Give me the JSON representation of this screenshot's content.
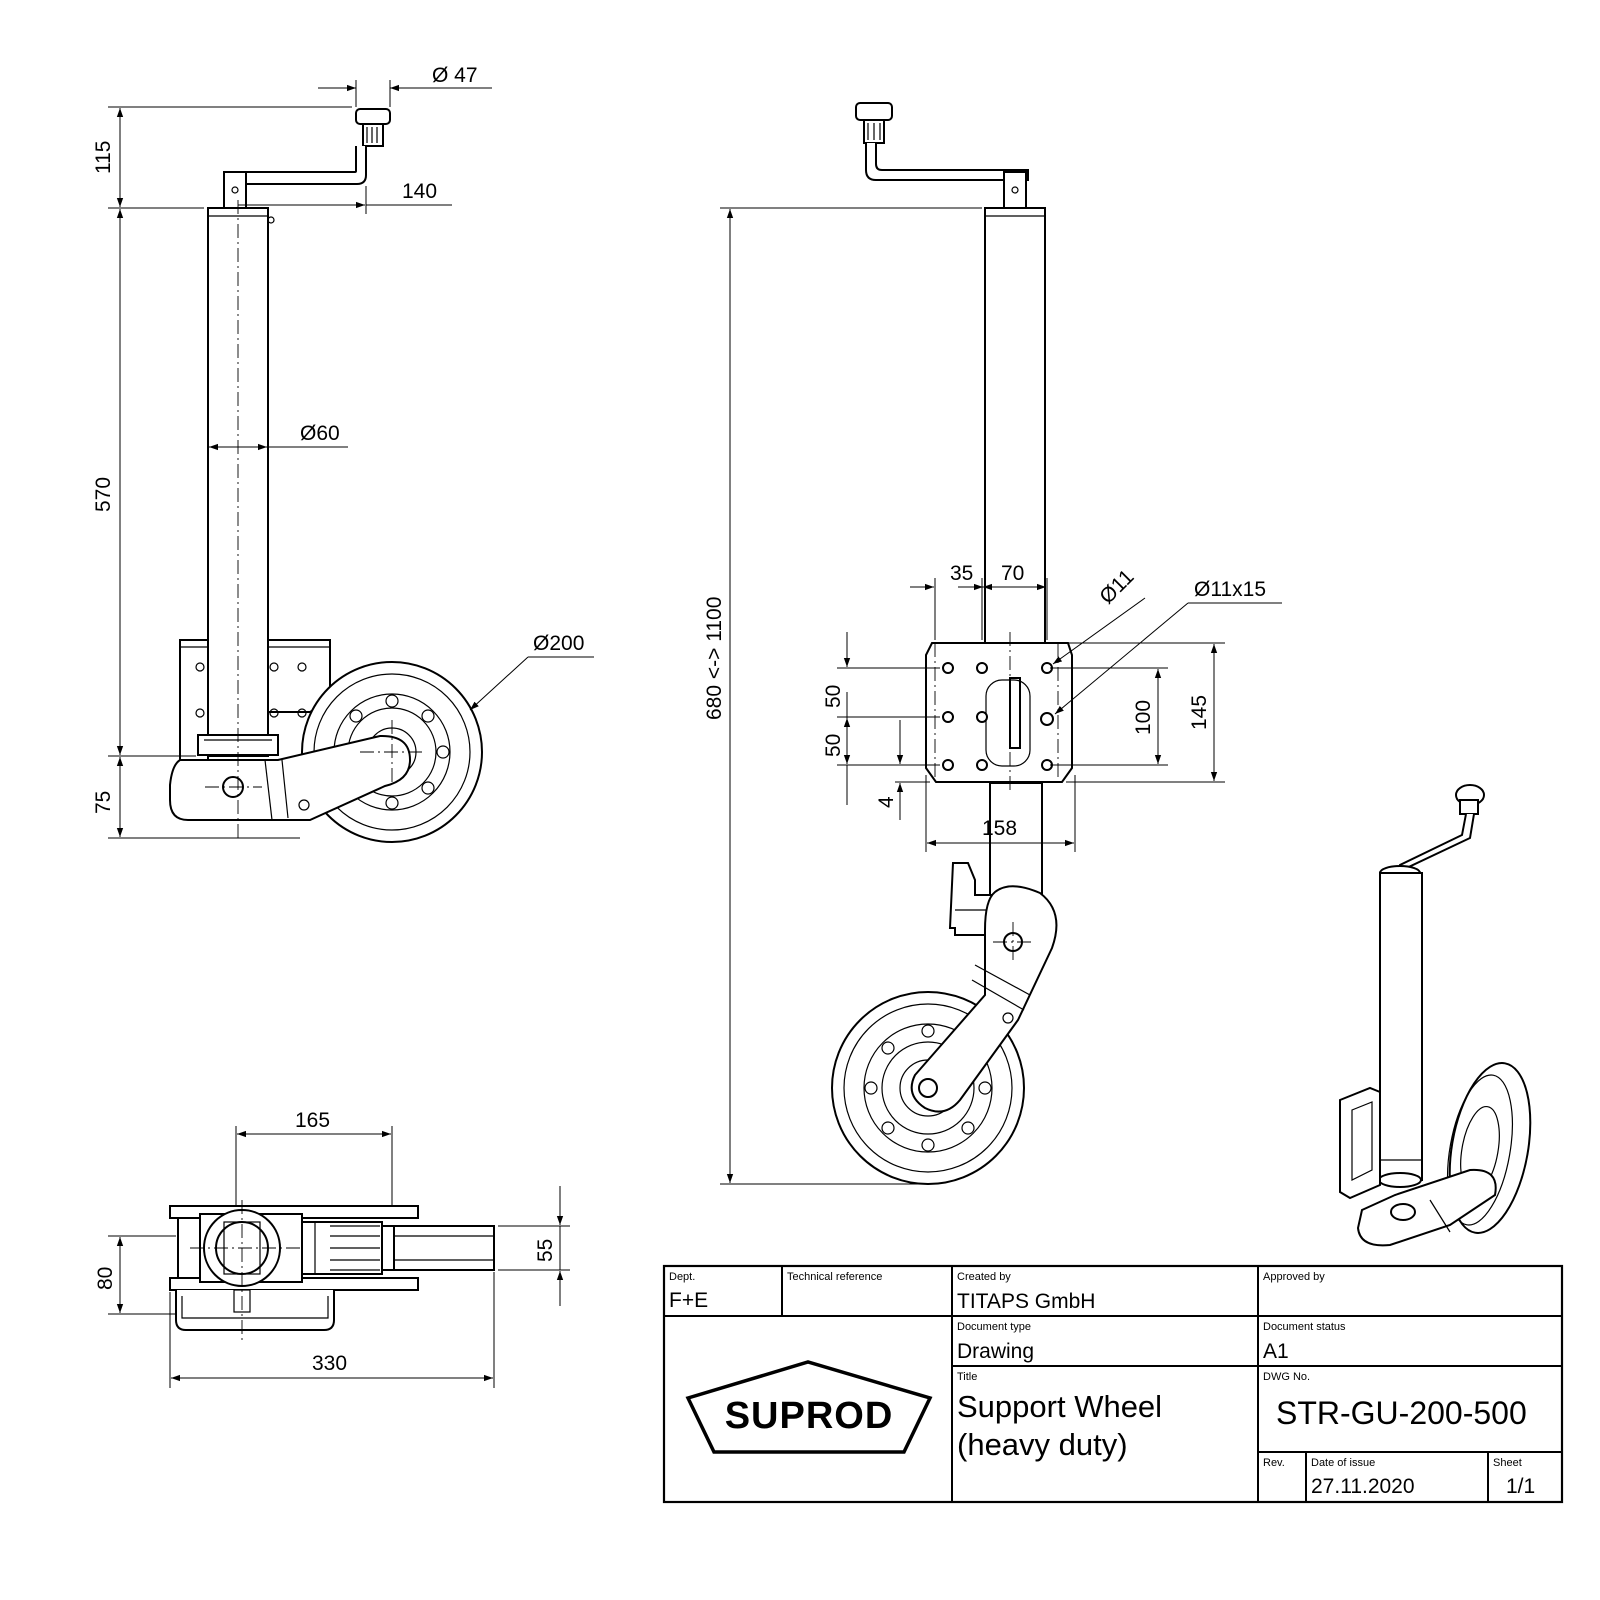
{
  "dimensions": {
    "side_view": {
      "handle_dia": "Ø 47",
      "crank_height": "115",
      "crank_length": "140",
      "tube_length": "570",
      "tube_dia": "Ø60",
      "wheel_dia": "Ø200",
      "base_height": "75"
    },
    "front_view": {
      "total_height": "680 <-> 1100",
      "plate_35": "35",
      "plate_70": "70",
      "hole_dia": "Ø11",
      "slot": "Ø11x15",
      "pitch_50_top": "50",
      "pitch_50_bottom": "50",
      "offset_4": "4",
      "pitch_100": "100",
      "plate_height": "145",
      "plate_width": "158"
    },
    "top_view": {
      "width_165": "165",
      "height_80": "80",
      "height_55": "55",
      "length_330": "330"
    }
  },
  "title_block": {
    "dept_label": "Dept.",
    "dept_value": "F+E",
    "tech_ref_label": "Technical reference",
    "tech_ref_value": "",
    "created_by_label": "Created by",
    "created_by_value": "TITAPS GmbH",
    "approved_by_label": "Approved by",
    "approved_by_value": "",
    "doc_type_label": "Document type",
    "doc_type_value": "Drawing",
    "doc_status_label": "Document status",
    "doc_status_value": "A1",
    "title_label": "Title",
    "title_line1": "Support Wheel",
    "title_line2": "(heavy duty)",
    "dwg_no_label": "DWG No.",
    "dwg_no_value": "STR-GU-200-500",
    "rev_label": "Rev.",
    "rev_value": "",
    "date_label": "Date of issue",
    "date_value": "27.11.2020",
    "sheet_label": "Sheet",
    "sheet_value": "1/1",
    "logo_text": "SUPROD"
  }
}
